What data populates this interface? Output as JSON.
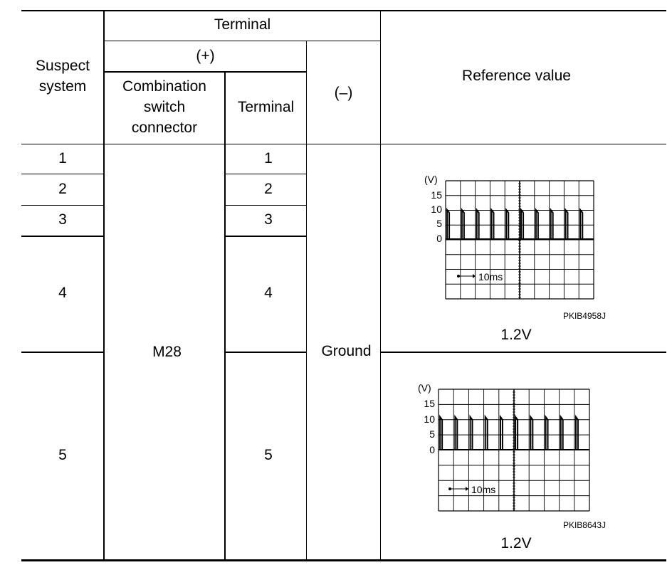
{
  "table": {
    "headers": {
      "suspect_system": [
        "Suspect",
        "system"
      ],
      "terminal": "Terminal",
      "plus": "(+)",
      "combination_switch_connector": [
        "Combination",
        "switch",
        "connector"
      ],
      "plus_terminal": "Terminal",
      "minus": "(–)",
      "reference_value": "Reference value"
    },
    "rows": [
      {
        "system": "1",
        "terminal": "1"
      },
      {
        "system": "2",
        "terminal": "2"
      },
      {
        "system": "3",
        "terminal": "3"
      },
      {
        "system": "4",
        "terminal": "4"
      },
      {
        "system": "5",
        "terminal": "5"
      }
    ],
    "connector": "M28",
    "ground": "Ground",
    "references": [
      {
        "unit": "(V)",
        "y_ticks": [
          "15",
          "10",
          "5",
          "0"
        ],
        "time_scale": "10ms",
        "caption": "PKIB4958J",
        "voltage": "1.2V",
        "pulse_count": 10,
        "pulse_peak_volts": 10
      },
      {
        "unit": "(V)",
        "y_ticks": [
          "15",
          "10",
          "5",
          "0"
        ],
        "time_scale": "10ms",
        "caption": "PKIB8643J",
        "voltage": "1.2V",
        "pulse_count": 10,
        "pulse_peak_volts": 11
      }
    ]
  }
}
